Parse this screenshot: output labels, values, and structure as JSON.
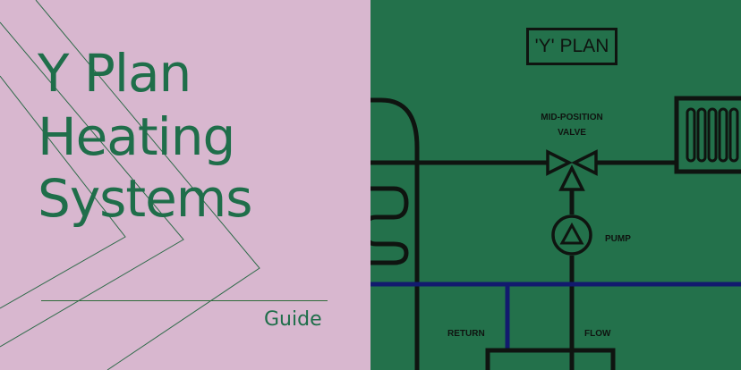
{
  "title_lines": [
    "Y Plan",
    "Heating",
    "Systems"
  ],
  "guide_label": "Guide",
  "diagram": {
    "heading": "'Y' PLAN",
    "valve_label_line1": "MID-POSITION",
    "valve_label_line2": "VALVE",
    "pump_label": "PUMP",
    "return_label": "RETURN",
    "flow_label": "FLOW"
  },
  "colors": {
    "left_background": "#d8b7cf",
    "title_green": "#1f6e4a",
    "right_background": "#23714b",
    "pipe_black": "#0f1410",
    "return_pipe_blue": "#121a6e"
  }
}
